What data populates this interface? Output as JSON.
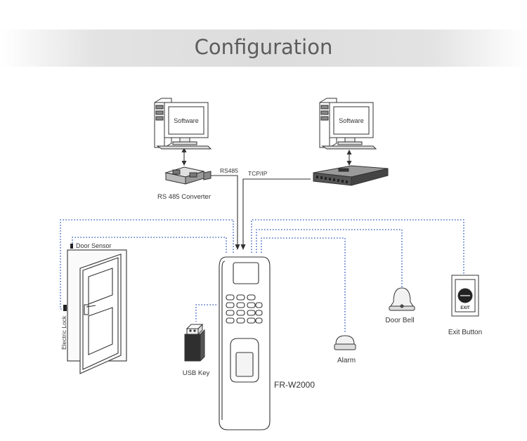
{
  "title": "Configuration",
  "labels": {
    "software_left": "Software",
    "software_right": "Software",
    "rs485_converter": "RS 485 Converter",
    "rs485": "RS485",
    "tcpip": "TCP/IP",
    "door_sensor": "Door Sensor",
    "electric_lock": "Electric Lock",
    "usb_key": "USB Key",
    "alarm": "Alarm",
    "door_bell": "Door Bell",
    "exit_button": "Exit Button",
    "exit_text": "EXIT",
    "device_model": "FR-W2000"
  },
  "colors": {
    "wire": "#2d55b8",
    "line": "#333333",
    "banner": "#dcdcdc",
    "title": "#5c5c5c"
  }
}
